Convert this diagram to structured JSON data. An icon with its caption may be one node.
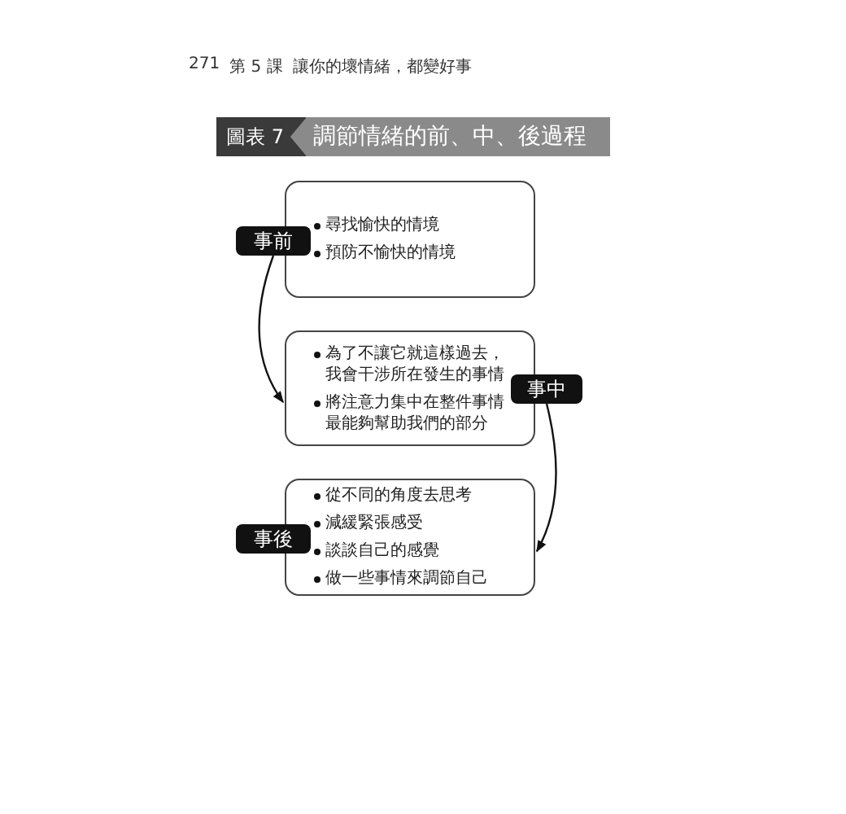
{
  "diagram": {
    "title": "調節情緒的前、中、後過程",
    "nodes": [
      {
        "text": [
          "事前"
        ]
      },
      {
        "text": [
          "尋找愉快的情境",
          "預防不愉快的情境"
        ]
      },
      {
        "text": [
          "為了不讓它就這樣過去，我會干涉所在發生的事情",
          "將注意力集中在整件事情最能夠幫助我們的部分"
        ]
      },
      {
        "text": [
          "事中"
        ]
      },
      {
        "text": [
          "事後"
        ]
      },
      {
        "text": [
          "從不同的角度去思考",
          "減緩緊張感受",
          "談談自己的感覺",
          "做一些事情來調節自己"
        ]
      }
    ],
    "edges": [
      {
        "from": 0,
        "to": 2,
        "arrow": "to"
      },
      {
        "from": 3,
        "to": 5,
        "arrow": "to"
      }
    ],
    "labels": [
      "271",
      "第 5 課",
      "讓你的壞情緒，都變好事",
      "圖表 7"
    ]
  }
}
